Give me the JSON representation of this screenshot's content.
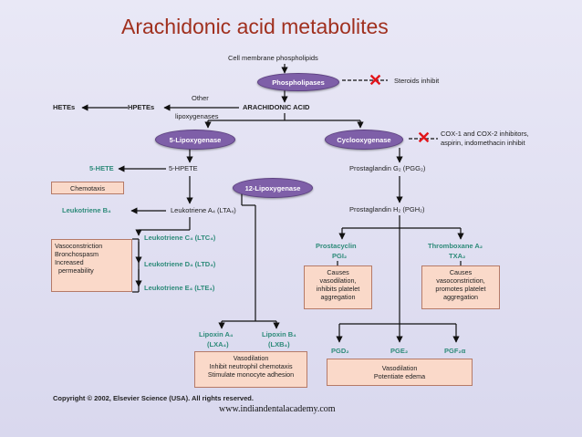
{
  "title": "Arachidonic acid metabolites",
  "labels": {
    "cell_membrane": "Cell membrane phospholipids",
    "steroids": "Steroids inhibit",
    "hetes": "HETEs",
    "hpetes": "HPETEs",
    "other_lipox_1": "Other",
    "other_lipox_2": "lipoxygenases",
    "arachidonic": "ARACHIDONIC ACID",
    "cox_inhib_1": "COX-1 and COX-2 inhibitors,",
    "cox_inhib_2": "aspirin, indomethacin inhibit",
    "five_hete": "5-HETE",
    "five_hpete": "5-HPETE",
    "pgg2": "Prostaglandin G₂ (PGG₂)",
    "pgh2": "Prostaglandin H₂ (PGH₂)",
    "leukotriene_b4": "Leukotriene B₄",
    "lta4": "Leukotriene A₄ (LTA₄)",
    "ltc4": "Leukotriene C₄ (LTC₄)",
    "ltd4": "Leukotriene D₄ (LTD₄)",
    "lte4": "Leukotriene E₄ (LTE₄)",
    "prostacyclin_1": "Prostacyclin",
    "prostacyclin_2": "PGI₂",
    "thromboxane_1": "Thromboxane A₂",
    "thromboxane_2": "TXA₂",
    "lipoxin_a4_1": "Lipoxin A₄",
    "lipoxin_a4_2": "(LXA₄)",
    "lipoxin_b4_1": "Lipoxin B₄",
    "lipoxin_b4_2": "(LXB₄)",
    "pgd2": "PGD₂",
    "pge2": "PGE₂",
    "pgf2a": "PGF₂α"
  },
  "enzymes": {
    "phospholipases": "Phospholipases",
    "five_lipox": "5-Lipoxygenase",
    "cyclooxygenase": "Cyclooxygenase",
    "twelve_lipox": "12-Lipoxygenase"
  },
  "boxes": {
    "chemotaxis": "Chemotaxis",
    "vaso": [
      "Vasoconstriction",
      "Bronchospasm",
      "Increased",
      "  permeability"
    ],
    "prostacyclin_effects": [
      "Causes",
      "vasodilation,",
      "inhibits platelet",
      "aggregation"
    ],
    "thromboxane_effects": [
      "Causes",
      "vasoconstriction,",
      "promotes platelet",
      "aggregation"
    ],
    "lipoxin_effects": [
      "Vasodilation",
      "Inhibit neutrophil chemotaxis",
      "Stimulate monocyte adhesion"
    ],
    "pg_effects": [
      "Vasodilation",
      "Potentiate edema"
    ]
  },
  "footer": {
    "copyright": "Copyright © 2002, Elsevier Science (USA). All rights reserved.",
    "url": "www.indiandentalacademy.com"
  },
  "colors": {
    "title": "#a0301f",
    "enzyme_pill": "#7e5fa8",
    "effect_box": "#fad9c9",
    "highlight_text": "#2e8b7a",
    "inhibit_x": "#e2141a"
  }
}
